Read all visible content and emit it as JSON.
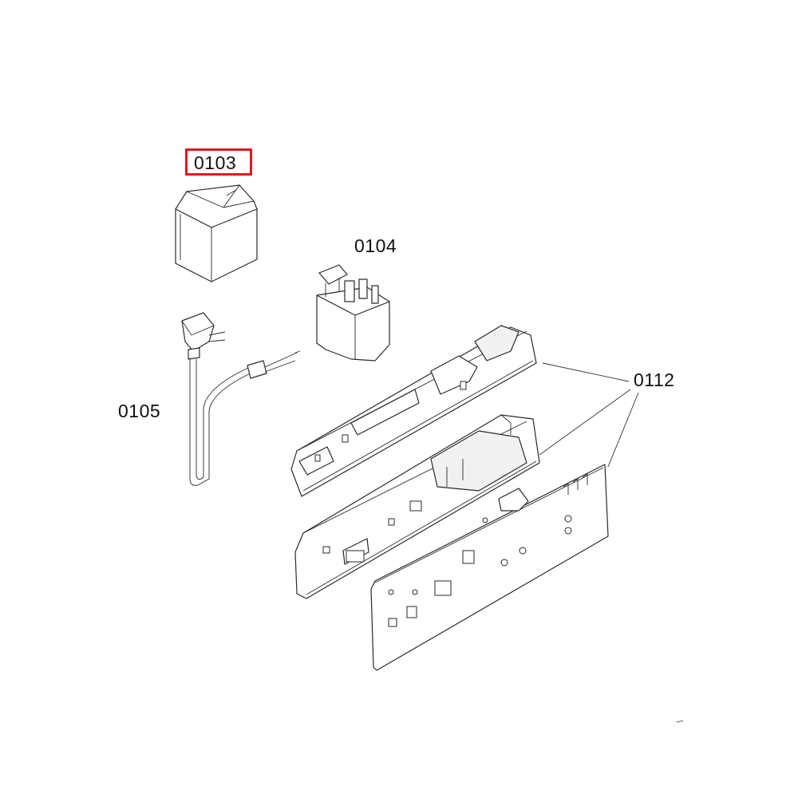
{
  "diagram": {
    "parts": [
      {
        "id": "cover",
        "label": "0103",
        "highlighted": true
      },
      {
        "id": "filter",
        "label": "0104",
        "highlighted": false
      },
      {
        "id": "cord",
        "label": "0105",
        "highlighted": false
      },
      {
        "id": "module",
        "label": "0112",
        "highlighted": false
      }
    ],
    "highlight_color": "#e0191e"
  }
}
